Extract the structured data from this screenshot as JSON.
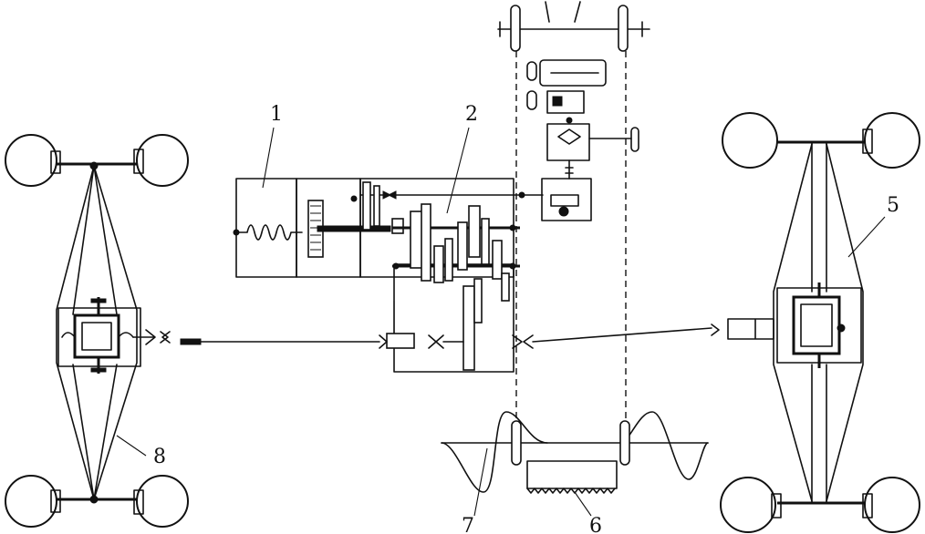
{
  "labels": {
    "engine": "1",
    "gearbox": "2",
    "front_axle": "5",
    "track": "6",
    "wave": "7",
    "rear_axle": "8"
  }
}
